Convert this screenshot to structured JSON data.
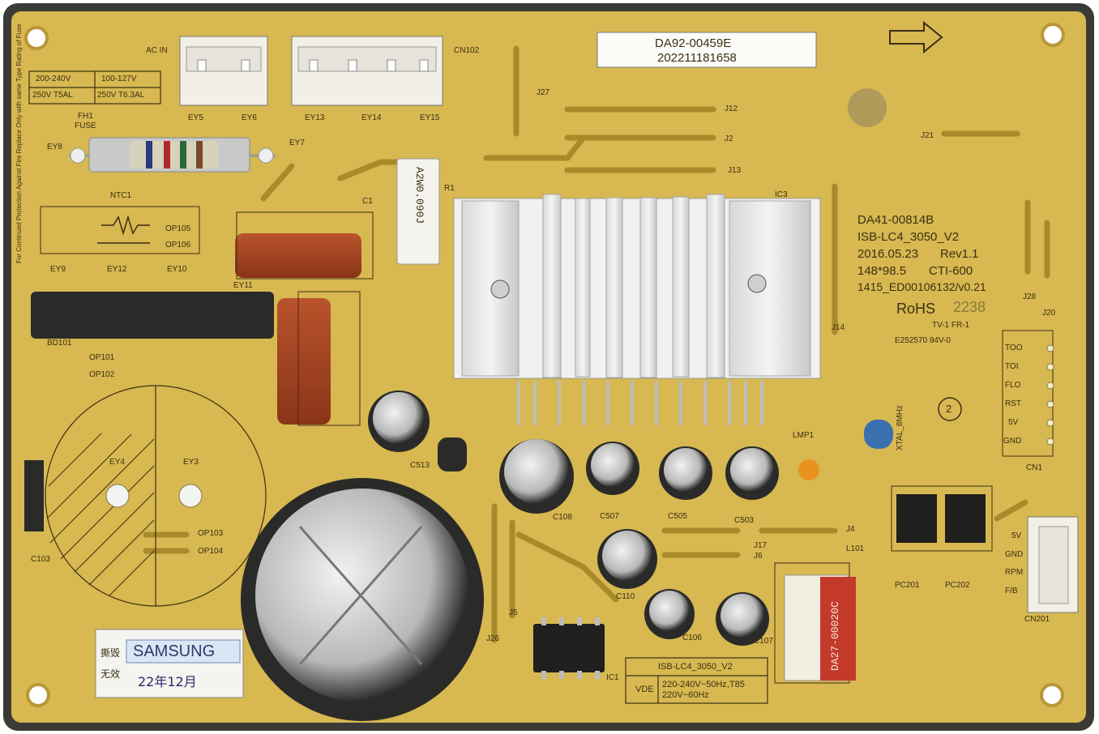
{
  "board_label": {
    "part": "DA92-00459E",
    "serial": "202211181658"
  },
  "silk": {
    "part": "DA41-00814B",
    "model": "ISB-LC4_3050_V2",
    "date": "2016.05.23",
    "rev": "Rev1.1",
    "size": "148*98.5",
    "cti": "CTI-600",
    "code": "1415_ED00106132/v0.21",
    "rohs": "RoHS",
    "rohs_num": "2238",
    "ul_grade": "TV-1  FR-1",
    "ul_file": "E252570  94V-0",
    "circle_num": "2",
    "xtal": "XTAL_8MHz"
  },
  "fuse_table": {
    "r1c1": "200-240V",
    "r1c2": "100-127V",
    "r2c1": "250V T5AL",
    "r2c2": "250V T6.3AL"
  },
  "connectors": {
    "acin": "AC IN",
    "cn102": "CN102",
    "cn1": "CN1",
    "cn201": "CN201",
    "cn1_pins": [
      "TOO",
      "TOI",
      "FLO",
      "RST",
      "5V",
      "GND"
    ],
    "cn201_pins": [
      "5V",
      "GND",
      "RPM",
      "F/B"
    ]
  },
  "refs": {
    "fh1": "FH1",
    "fuse": "FUSE",
    "ntc1": "NTC1",
    "r1": "R1",
    "c1": "C1",
    "ic3": "IC3",
    "bd101": "BD101",
    "c103": "C103",
    "c108": "C108",
    "c507": "C507",
    "c505": "C505",
    "c503": "C503",
    "c110": "C110",
    "c106": "C106",
    "c107": "C107",
    "c513": "C513",
    "l101": "L101",
    "lmp1": "LMP1",
    "pc201": "PC201",
    "pc202": "PC202",
    "ey3": "EY3",
    "ey4": "EY4",
    "ey5": "EY5",
    "ey6": "EY6",
    "ey7": "EY7",
    "ey8": "EY8",
    "ey9": "EY9",
    "ey10": "EY10",
    "ey11": "EY11",
    "ey12": "EY12",
    "ey13": "EY13",
    "ey14": "EY14",
    "ey15": "EY15",
    "j2": "J2",
    "j4": "J4",
    "j6": "J6",
    "j12": "J12",
    "j13": "J13",
    "j14": "J14",
    "j17": "J17",
    "j20": "J20",
    "j21": "J21",
    "j26": "J26",
    "j27": "J27",
    "j28": "J28",
    "j5": "J5",
    "op101": "OP101",
    "op102": "OP102",
    "op103": "OP103",
    "op104": "OP104",
    "op105": "OP105",
    "op106": "OP106",
    "ic1": "IC1"
  },
  "resistor_mark": "A2W0.090J",
  "inductor_mark": "DA27-00020C",
  "bottom_box": {
    "model": "ISB-LC4_3050_V2",
    "vde": "VDE",
    "rating1": "220-240V~50Hz,T85",
    "rating2": "220V~60Hz"
  },
  "sticker": {
    "brand": "SAMSUNG",
    "warn1": "撕毁",
    "warn2": "无效",
    "date": "22年12月"
  },
  "side_text": "For Continued Protection Against Fire Replace Only with same Type Rating of Fuse",
  "colors": {
    "pcb": "#d7b851",
    "pcb_dark": "#c9a843",
    "trace": "#7a6518",
    "frame": "#3a3a36"
  }
}
